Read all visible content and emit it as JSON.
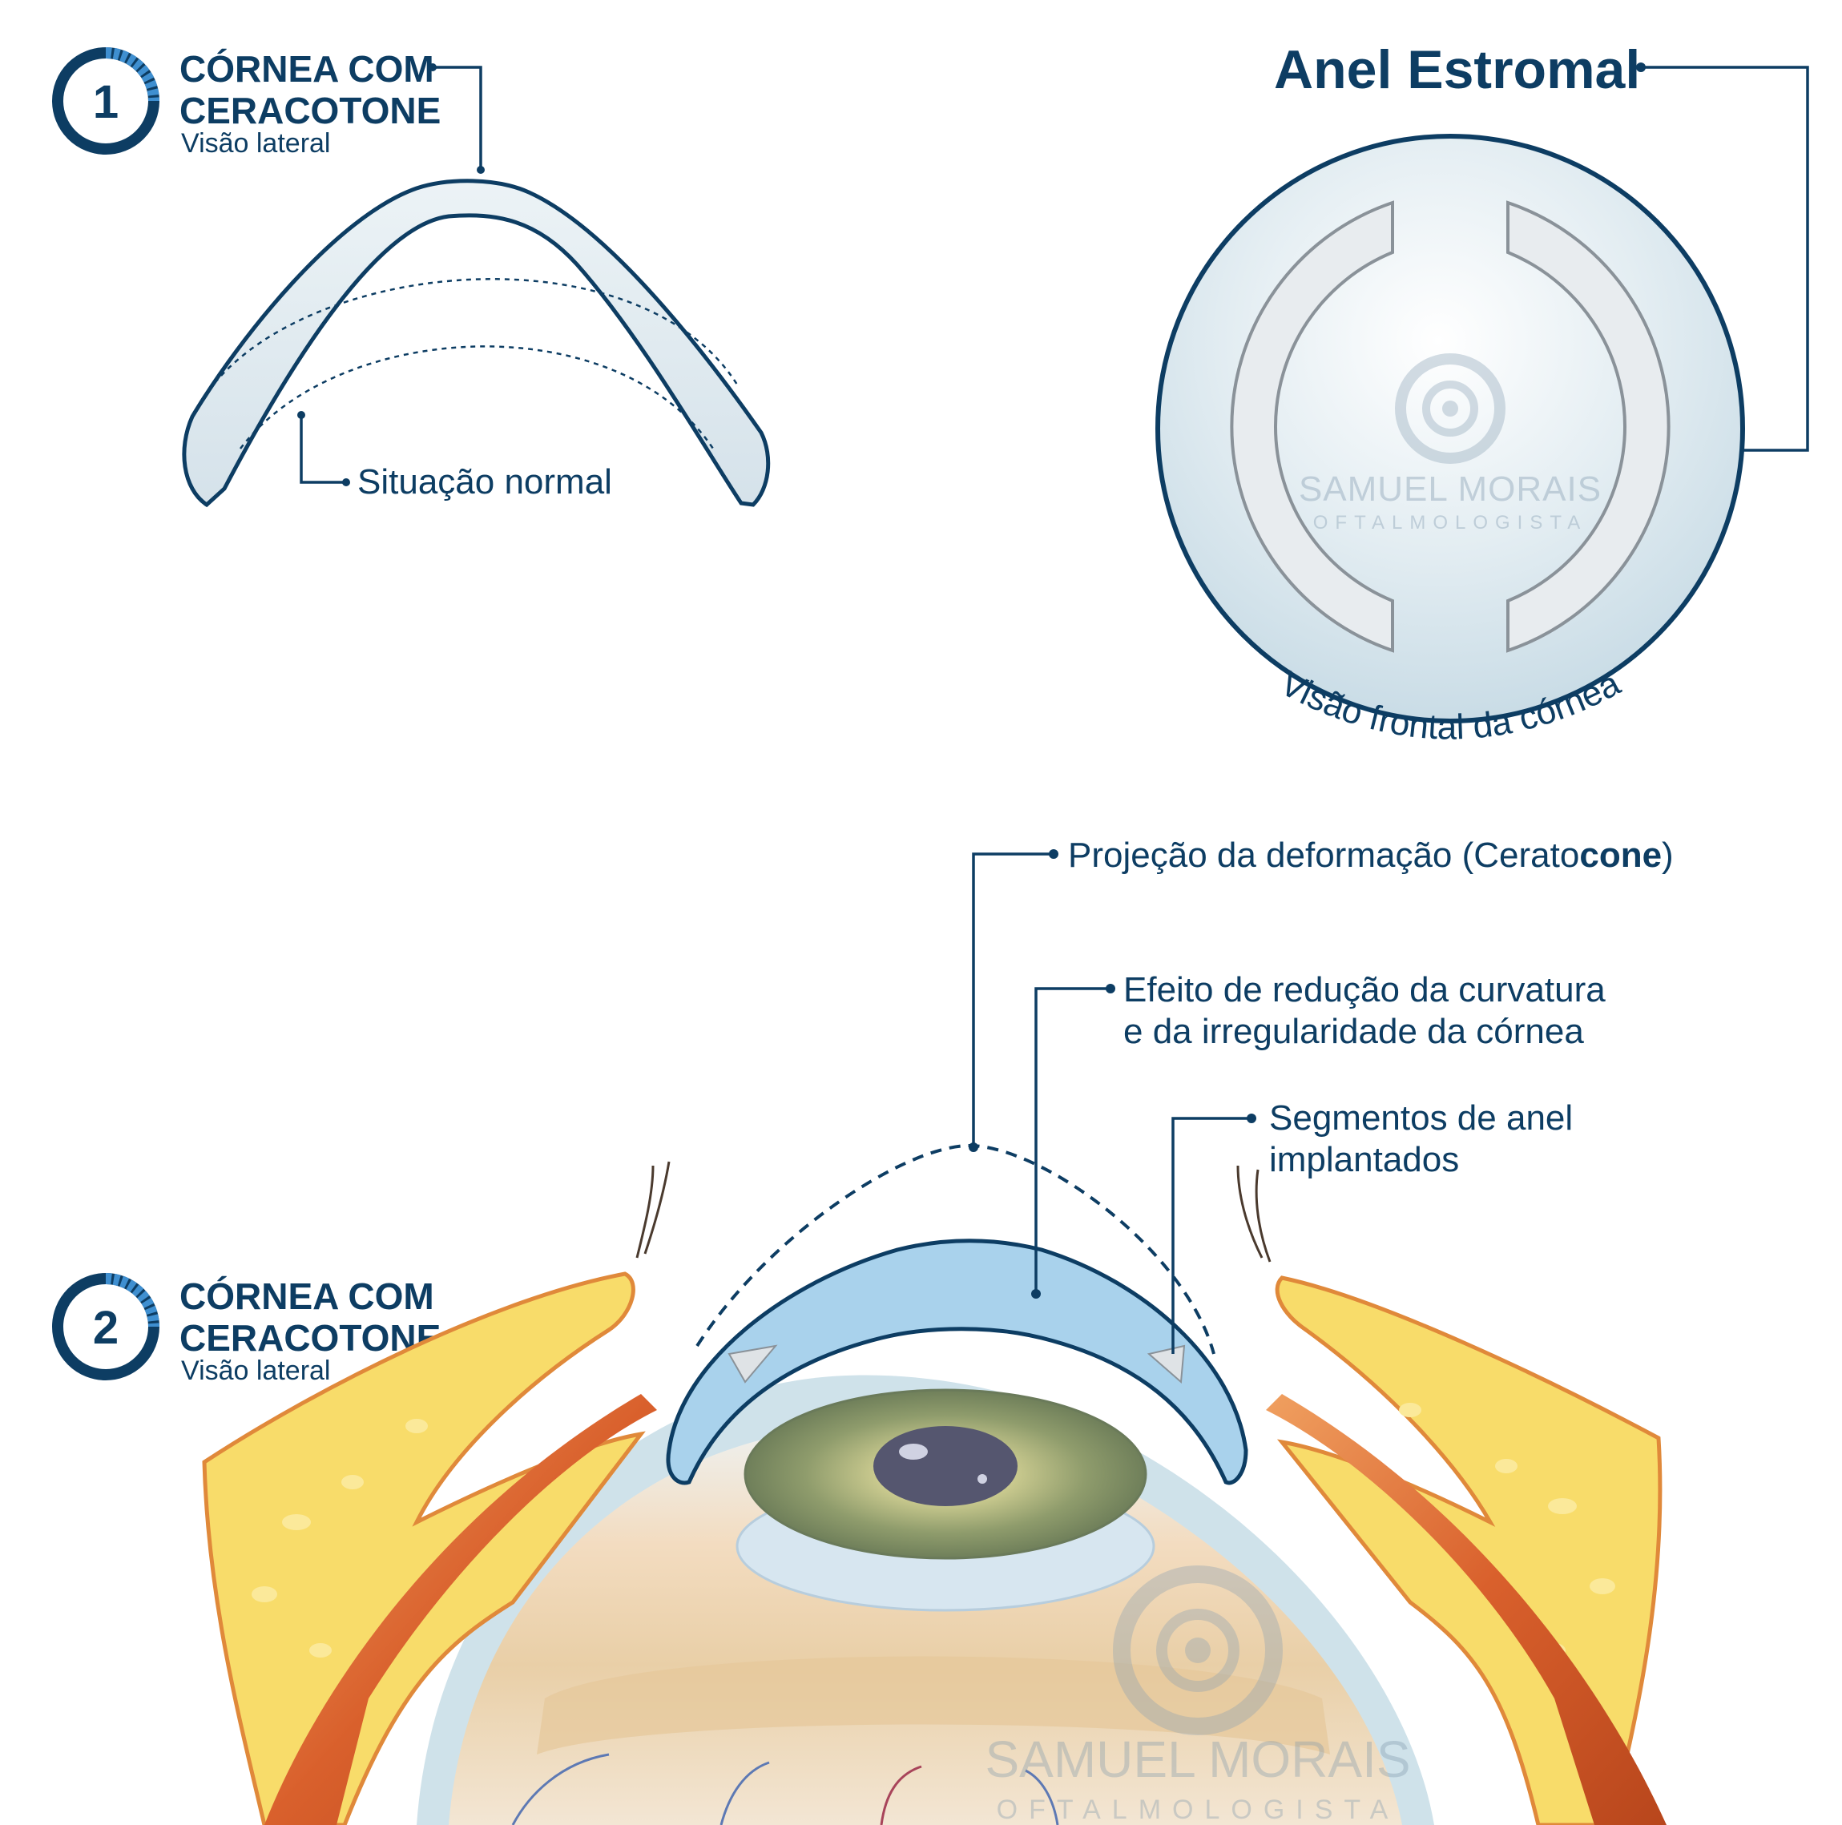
{
  "panel1": {
    "badge_number": "1",
    "title_line1": "CÓRNEA COM",
    "title_line2": "CERACOTONE",
    "subtitle": "Visão lateral",
    "normal_label": "Situação normal"
  },
  "ring_panel": {
    "title": "Anel Estromal",
    "frontal_label": "Visão frontal da córnea",
    "watermark_name": "SAMUEL MORAIS",
    "watermark_role": "OFTALMOLOGISTA"
  },
  "panel2": {
    "badge_number": "2",
    "title_line1": "CÓRNEA COM",
    "title_line2": "CERACOTONE",
    "subtitle": "Visão lateral",
    "projection_label_prefix": "Projeção da deformação (Cerato",
    "projection_label_bold": "cone",
    "projection_label_suffix": ")",
    "effect_label_line1": "Efeito de redução da curvatura",
    "effect_label_line2": "e da irregularidade da córnea",
    "segments_label_line1": "Segmentos de anel",
    "segments_label_line2": "implantados",
    "watermark_name": "SAMUEL MORAIS",
    "watermark_role": "OFTALMOLOGISTA"
  },
  "colors": {
    "brand_navy": "#0d3d63",
    "badge_accent": "#3f8fd0",
    "cornea_fill": "#dde9ef",
    "cornea_blue": "#a9d2ec",
    "fat_yellow": "#f8dc6a",
    "muscle_orange": "#e0713a",
    "iris_green": "#8f9c6c"
  },
  "icons": {
    "badge": "numbered-ring-badge",
    "watermark": "eye-logo-icon"
  }
}
